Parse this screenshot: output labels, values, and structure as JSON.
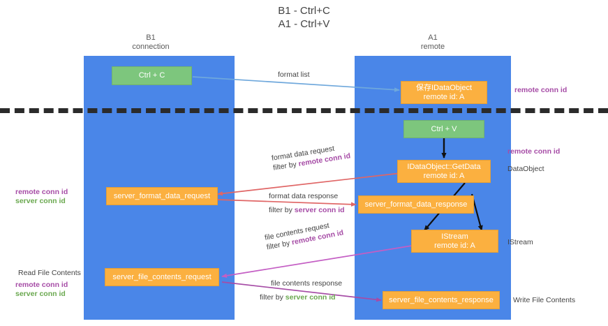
{
  "title": {
    "line1": "B1 - Ctrl+C",
    "line2": "A1 - Ctrl+V"
  },
  "lanes": [
    {
      "id": "b1",
      "name": "B1",
      "role": "connection",
      "color": "#4a86e8"
    },
    {
      "id": "a1",
      "name": "A1",
      "role": "remote",
      "color": "#4a86e8"
    }
  ],
  "boxes": {
    "ctrl_c": {
      "line1": "Ctrl + C",
      "color": "#7dc67d"
    },
    "ctrl_v": {
      "line1": "Ctrl + V",
      "color": "#7dc67d"
    },
    "store_dataobject": {
      "line1": "保存IDataObject",
      "line2": "remote id: A",
      "color": "#fbb040"
    },
    "getdata": {
      "line1": "IDataObject::GetData",
      "line2": "remote id: A",
      "color": "#fbb040"
    },
    "format_req": {
      "line1": "server_format_data_request",
      "color": "#fbb040"
    },
    "format_resp": {
      "line1": "server_format_data_response",
      "color": "#fbb040"
    },
    "istream": {
      "line1": "IStream",
      "line2": "remote id: A",
      "color": "#fbb040"
    },
    "file_req": {
      "line1": "server_file_contents_request",
      "color": "#fbb040"
    },
    "file_resp": {
      "line1": "server_file_contents_response",
      "color": "#fbb040"
    }
  },
  "edges": {
    "format_list": {
      "label": "format list",
      "color": "#6fa8dc"
    },
    "format_data_request": {
      "label": "format data request",
      "filter_prefix": "filter by ",
      "filter_key": "remote conn id",
      "color": "#e06666"
    },
    "format_data_response": {
      "label": "format data response",
      "filter_prefix": "filter by ",
      "filter_key": "server conn id",
      "color": "#e06666"
    },
    "file_contents_request": {
      "label": "file contents request",
      "filter_prefix": "filter by ",
      "filter_key": "remote conn id",
      "color": "#c45ec4"
    },
    "file_contents_response": {
      "label": "file contents response",
      "filter_prefix": "filter by ",
      "filter_key": "server conn id",
      "color": "#a64ca6"
    }
  },
  "annotations": {
    "right_remote_conn_top": "remote conn id",
    "right_remote_conn_mid": "remote conn id",
    "right_dataobject": "DataObject",
    "right_istream": "IStream",
    "right_write_file": "Write File Contents",
    "left_remote_conn": "remote conn id",
    "left_server_conn": "server conn id",
    "left_read_file": "Read File Contents",
    "left_remote_conn2": "remote conn id",
    "left_server_conn2": "server conn id"
  },
  "colors": {
    "lane": "#4a86e8",
    "green_box": "#7dc67d",
    "orange_box": "#fbb040",
    "purple": "#a64ca6",
    "green_text": "#6aa84f",
    "red_arrow": "#e06666",
    "blue_arrow": "#6fa8dc",
    "magenta_arrow": "#c45ec4",
    "divider": "#2b2b2b"
  }
}
